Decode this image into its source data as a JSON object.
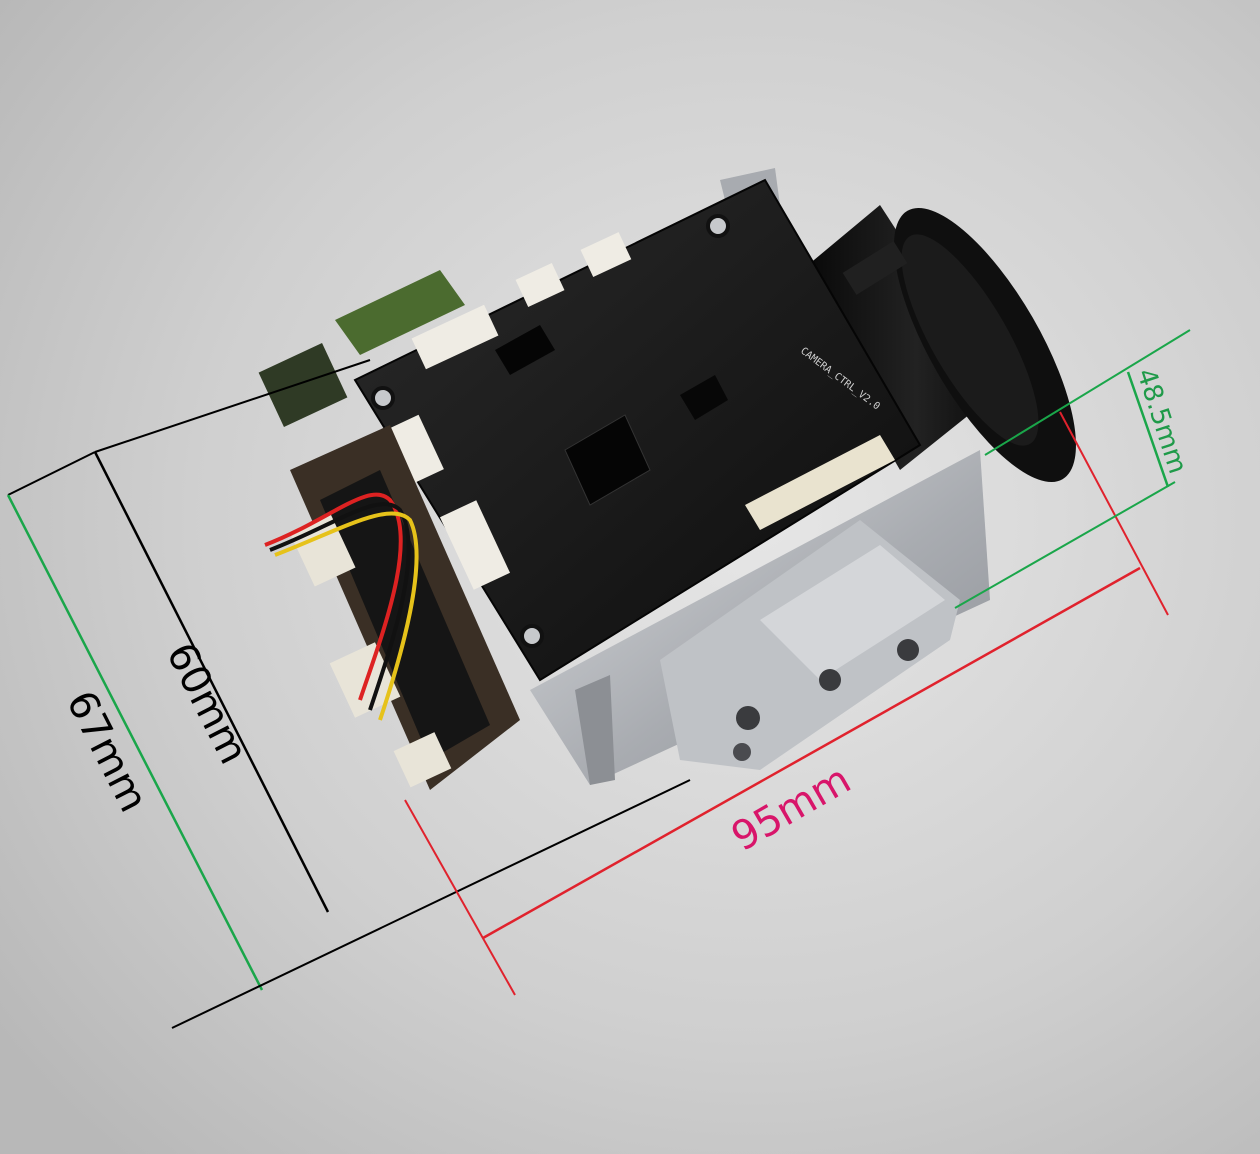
{
  "dimensions": {
    "height_total": {
      "label": "67mm",
      "color": "#000000",
      "line_color": "#1aa64a"
    },
    "height_board": {
      "label": "60mm",
      "color": "#000000",
      "line_color": "#000000"
    },
    "length": {
      "label": "95mm",
      "color": "#d8156a",
      "line_color": "#e0222d"
    },
    "lens_offset": {
      "label": "48.5mm",
      "color": "#1f9a49",
      "line_color": "#1aa64a"
    }
  },
  "board_silkscreen": "CAMERA_CTRL_V2.0",
  "colors": {
    "background": "#cfcfcf",
    "pcb": "#141414",
    "metal_frame": "#b9bcc0",
    "lens": "#0d0d0d"
  }
}
